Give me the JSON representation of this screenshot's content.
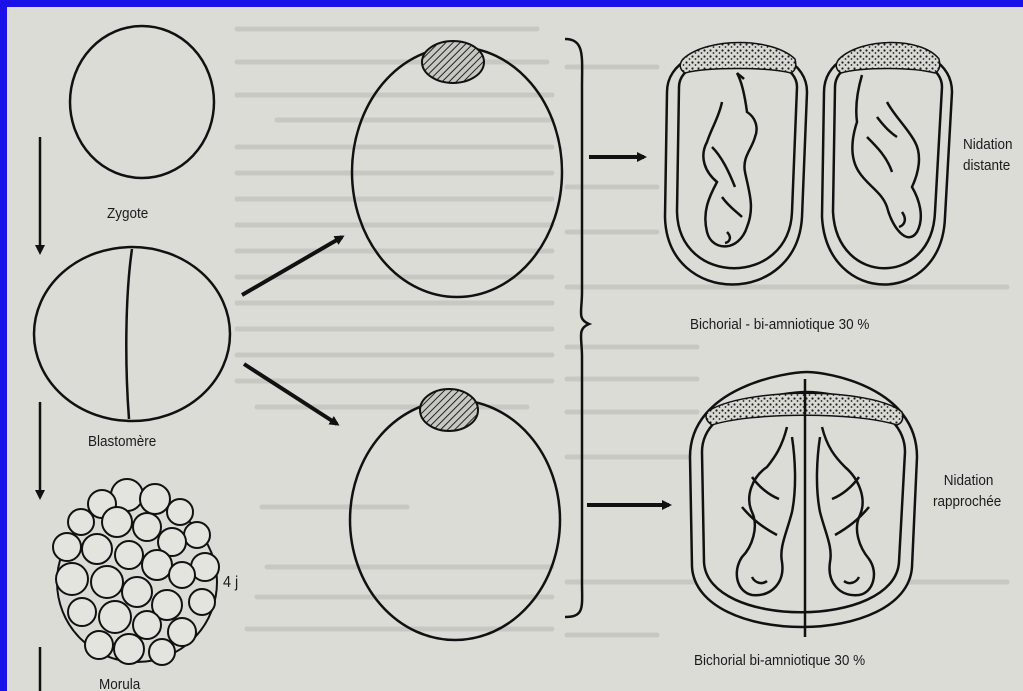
{
  "colors": {
    "border": "#1a10e8",
    "paper": "#dcdcd6",
    "ink": "#1b1b1b",
    "faint_text": "#b9b9b2"
  },
  "labels": {
    "zygote": "Zygote",
    "blastomere": "Blastomère",
    "morula_day": "4 j",
    "morula": "Morula",
    "top_caption": "Bichorial - bi-amniotique 30 %",
    "bottom_caption": "Bichorial bi-amniotique 30 %",
    "nidation_distant_1": "Nidation",
    "nidation_distant_2": "distante",
    "nidation_close_1": "Nidation",
    "nidation_close_2": "rapprochée"
  },
  "icons": {
    "arrow": "arrow-icon",
    "brace": "curly-brace-icon",
    "inner_cell_mass": "hatched-cell-mass-icon",
    "fetus": "fetus-icon"
  }
}
